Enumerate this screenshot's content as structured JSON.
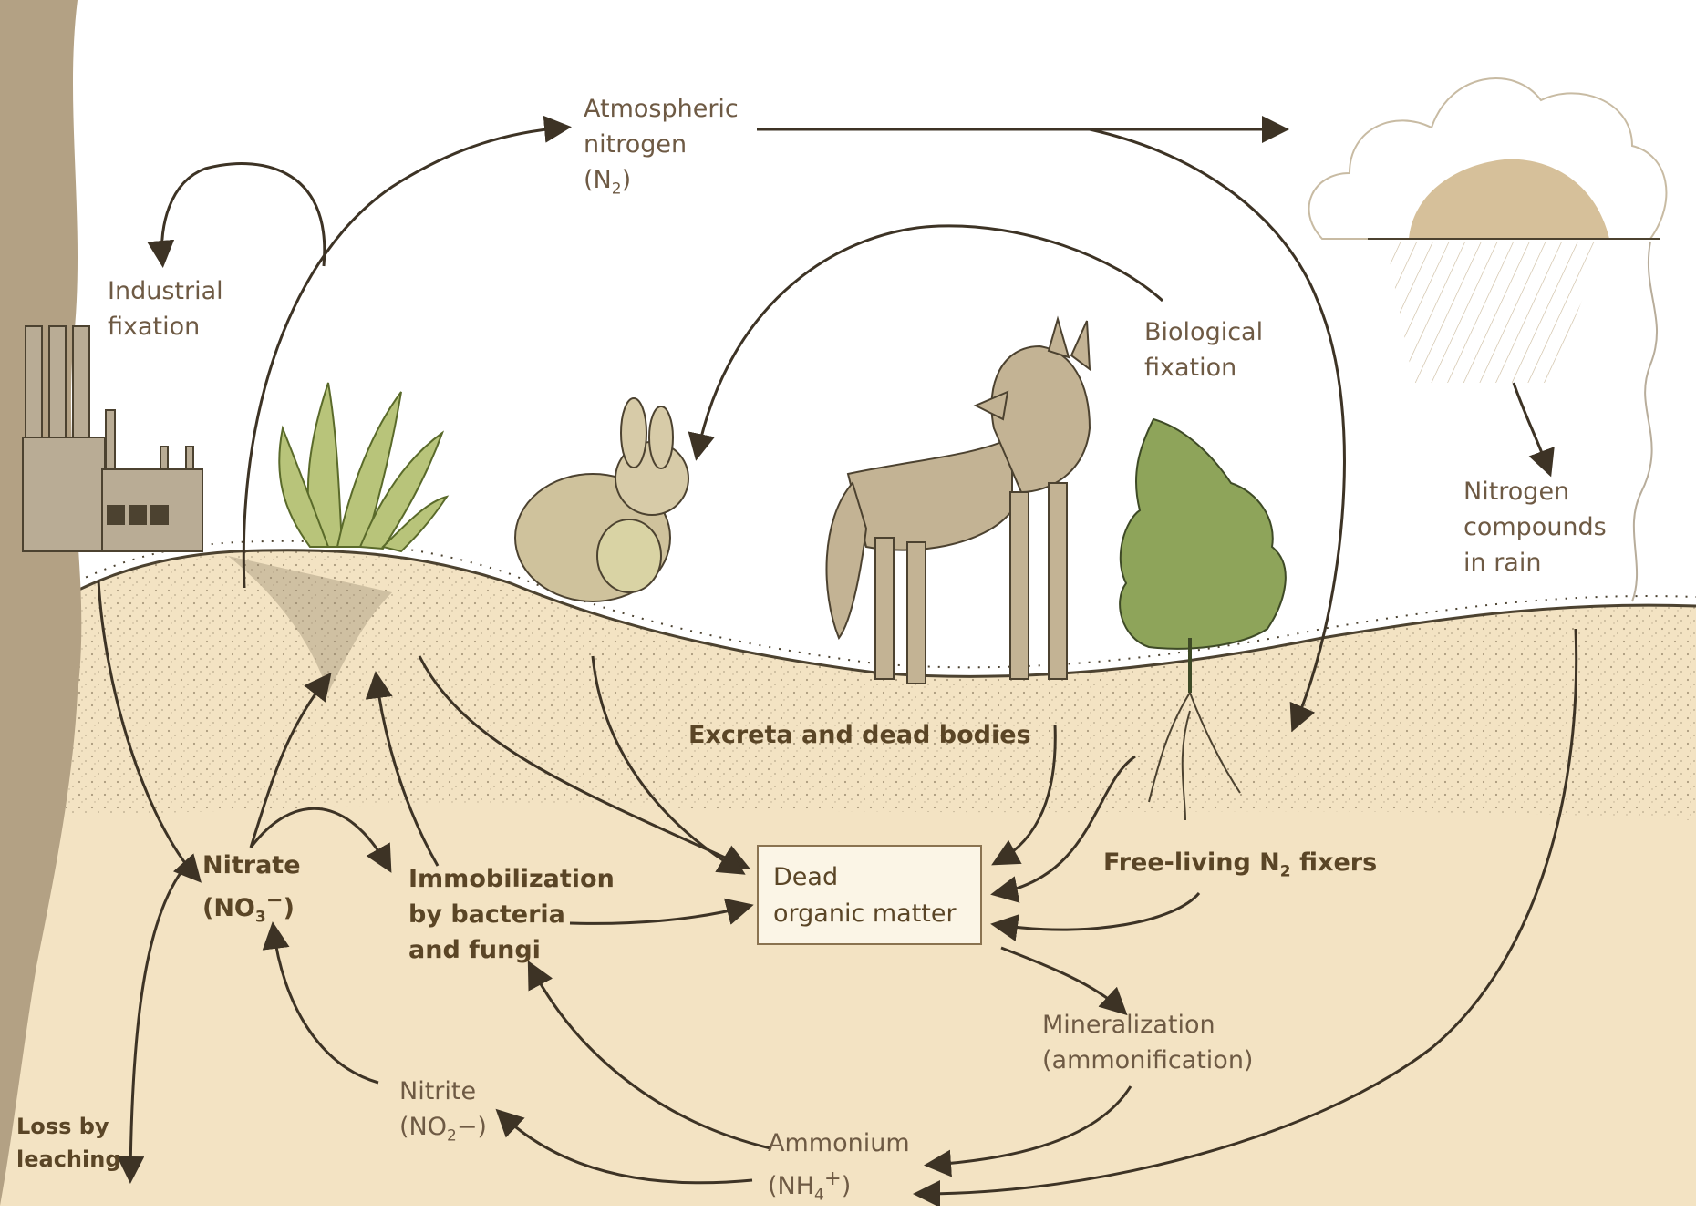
{
  "labels": {
    "atmospheric": {
      "l1": "Atmospheric",
      "l2": "nitrogen",
      "l3": "(N",
      "l3sub": "2",
      "l3end": ")"
    },
    "industrial": {
      "l1": "Industrial",
      "l2": "fixation"
    },
    "biological": {
      "l1": "Biological",
      "l2": "fixation"
    },
    "rain": {
      "l1": "Nitrogen",
      "l2": "compounds",
      "l3": "in rain"
    },
    "excreta": "Excreta and dead bodies",
    "nitrate": {
      "l1": "Nitrate",
      "l2": "(NO",
      "sub": "3",
      "sup": "−",
      "end": ")"
    },
    "immobilization": {
      "l1": "Immobilization",
      "l2": "by bacteria",
      "l3": "and fungi"
    },
    "dead": {
      "l1": "Dead",
      "l2": "organic matter"
    },
    "free_living": {
      "pre": "Free-living N",
      "sub": "2",
      "post": " fixers"
    },
    "mineralization": {
      "l1": "Mineralization",
      "l2": "(ammonification)"
    },
    "nitrite": {
      "l1": "Nitrite",
      "l2": "(NO",
      "sub": "2",
      "end": "−)"
    },
    "ammonium": {
      "l1": "Ammonium",
      "l2": "(NH",
      "sub": "4",
      "sup": "+",
      "end": ")"
    },
    "leaching": {
      "l1": "Loss by",
      "l2": "leaching"
    }
  },
  "colors": {
    "ink": "#3d3325",
    "soil": "#efdcb8",
    "soil_dark": "#7d6f55",
    "cliff": "#b3a184",
    "text": "#6e5a44"
  }
}
